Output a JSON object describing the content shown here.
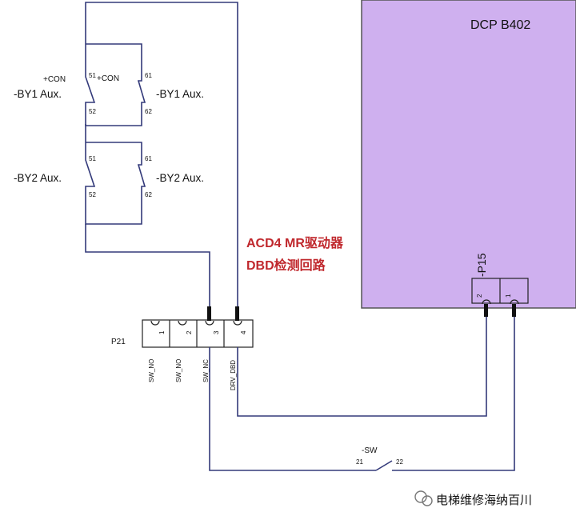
{
  "dcp": {
    "title": "DCP B402",
    "fill": "#cfb0ef"
  },
  "relays": {
    "con_label_left": "+CON",
    "con_label_inner": "+CON",
    "by1_left": "-BY1 Aux.",
    "by1_right": "-BY1 Aux.",
    "by2_left": "-BY2 Aux.",
    "by2_right": "-BY2 Aux.",
    "pin51": "51",
    "pin52": "52",
    "pin61": "61",
    "pin62": "62"
  },
  "notes": {
    "line1": "ACD4 MR驱动器",
    "line2": "DBD检测回路",
    "color": "#c0282d"
  },
  "p21": {
    "name": "P21",
    "pins": [
      "1",
      "2",
      "3",
      "4"
    ],
    "signals": [
      "SW_NO",
      "SW_NO",
      "SW_NC",
      "DRV_DBD"
    ]
  },
  "p15": {
    "name": "-P15",
    "pins": [
      "2",
      "1"
    ]
  },
  "switch": {
    "name": "-SW",
    "pin_a": "21",
    "pin_b": "22"
  },
  "watermark": {
    "text": "电梯维修海纳百川",
    "icon": "wechat-icon"
  }
}
